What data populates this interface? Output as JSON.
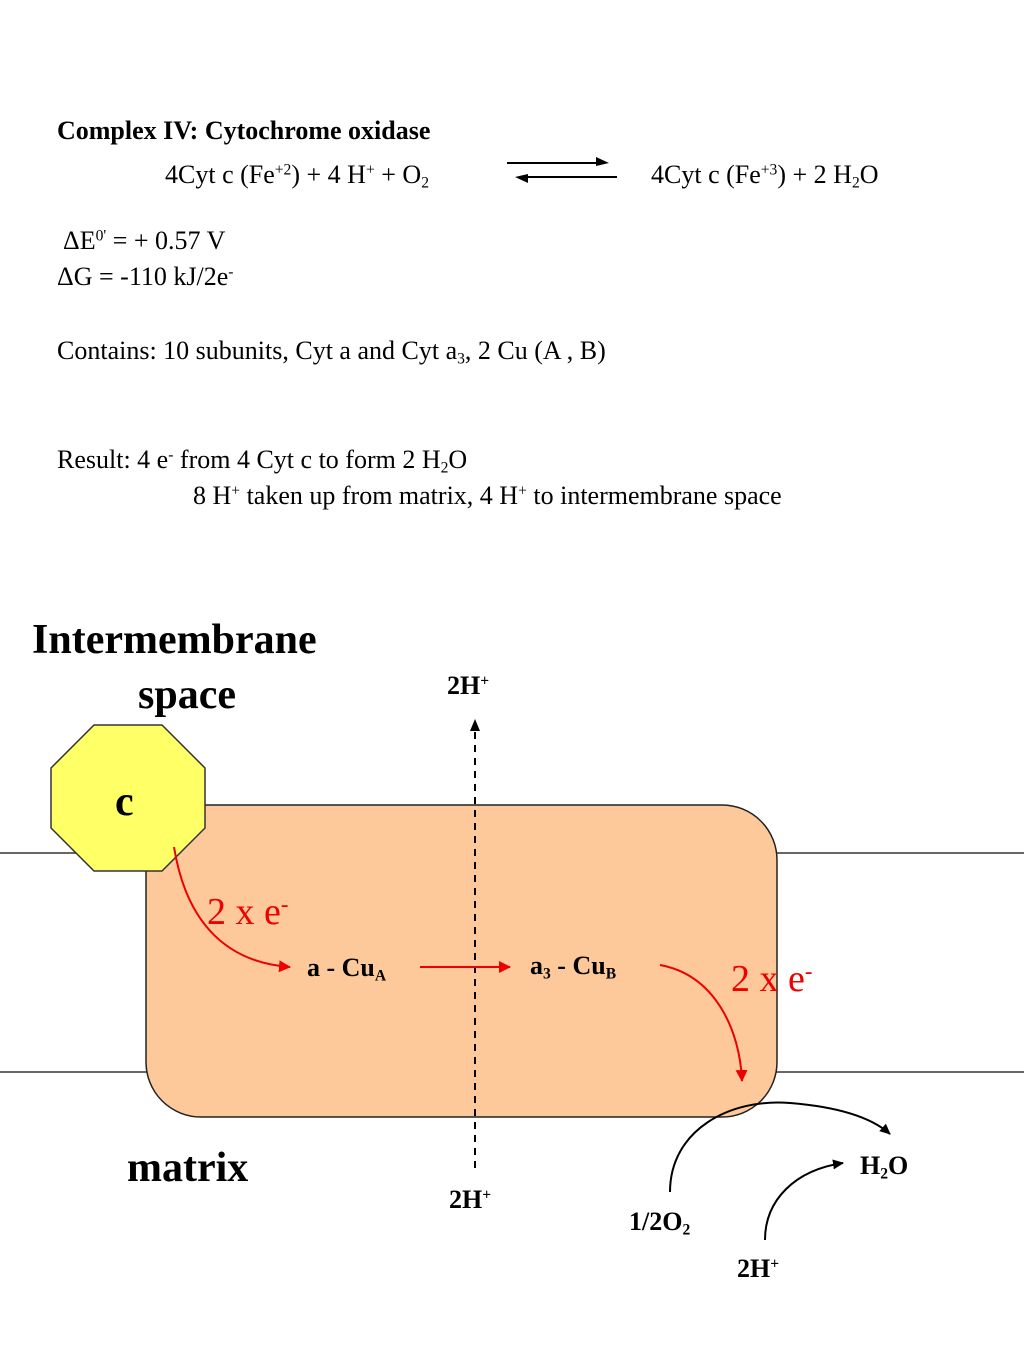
{
  "header": {
    "title": "Complex IV:  Cytochrome oxidase"
  },
  "equation": {
    "left_main": "4Cyt c (Fe",
    "left_sup": "+2",
    "left_mid": ")  + 4 H",
    "left_hplus": "+",
    "left_o": " + O",
    "left_sub": "2",
    "right_main": "4Cyt c (Fe",
    "right_sup": "+3",
    "right_mid": ") + 2 H",
    "right_sub": "2",
    "right_end": "O"
  },
  "energetics": {
    "e0_delta": "ΔE",
    "e0_sup": "0'",
    "e0_value": "  = + 0.57 V",
    "g_text": "ΔG = -110 kJ/2e",
    "g_sup": "-"
  },
  "contains": {
    "text": "Contains: 10 subunits,    Cyt a and Cyt a",
    "sub": "3",
    "rest": ", 2 Cu (A , B)"
  },
  "result": {
    "line1_a": "Result:  4 e",
    "line1_sup": "-",
    "line1_b": "  from  4 Cyt c to form 2 H",
    "line1_sub": "2",
    "line1_c": "O",
    "line2_a": "8 H",
    "line2_sup": "+",
    "line2_b": "   taken up from matrix, 4 H",
    "line2_sup2": "+",
    "line2_c": " to intermembrane space"
  },
  "diagram": {
    "intermembrane_label_1": "Intermembrane",
    "intermembrane_label_2": "space",
    "matrix_label": "matrix",
    "cyt_c_label": "c",
    "proton_top": "2H",
    "proton_top_sup": "+",
    "proton_bottom": "2H",
    "proton_bottom_sup": "+",
    "electrons_left": "2 x e",
    "electrons_left_sup": "-",
    "electrons_right": "2 x e",
    "electrons_right_sup": "-",
    "center_a": "a - Cu",
    "center_a_sub": "A",
    "center_a3": "a",
    "center_a3_sub": "3",
    "center_a3_mid": " - Cu",
    "center_a3_sub2": "B",
    "water": "H",
    "water_sub": "2",
    "water_end": "O",
    "oxygen": "1/2O",
    "oxygen_sub": "2",
    "proton_water": "2H",
    "proton_water_sup": "+"
  },
  "colors": {
    "complex_fill": "#fdc99a",
    "cyt_c_fill": "#ffff66",
    "electron_arrow": "#ee0000"
  }
}
